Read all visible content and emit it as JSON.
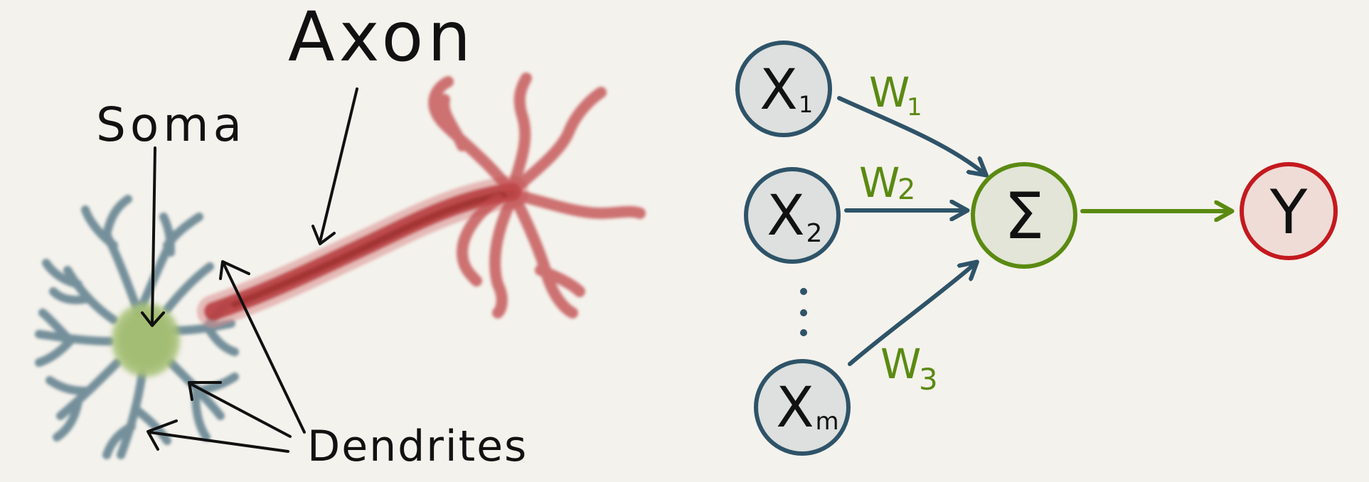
{
  "neuron": {
    "labels": {
      "axon": "Axon",
      "soma": "Soma",
      "dendrites": "Dendrites"
    },
    "colors": {
      "dendrite": "#5f7f8d",
      "soma": "#a9c27a",
      "axon": "#b6393b",
      "ink": "#111111"
    }
  },
  "perceptron": {
    "inputs": [
      {
        "letter": "X",
        "sub": "1"
      },
      {
        "letter": "X",
        "sub": "2"
      },
      {
        "letter": "X",
        "sub": "m"
      }
    ],
    "weights": [
      {
        "letter": "W",
        "sub": "1"
      },
      {
        "letter": "W",
        "sub": "2"
      },
      {
        "letter": "W",
        "sub": "3"
      }
    ],
    "sum_symbol": "Σ",
    "output": "Y",
    "colors": {
      "input_stroke": "#2e5368",
      "input_fill": "#dde0de",
      "sum_stroke": "#5a8a12",
      "sum_fill": "#e2e5d7",
      "output_stroke": "#c4191f",
      "output_fill": "#efdcd6",
      "weight_text": "#5a8a12",
      "input_arrow": "#2e5368",
      "output_arrow": "#5a8a12"
    }
  }
}
